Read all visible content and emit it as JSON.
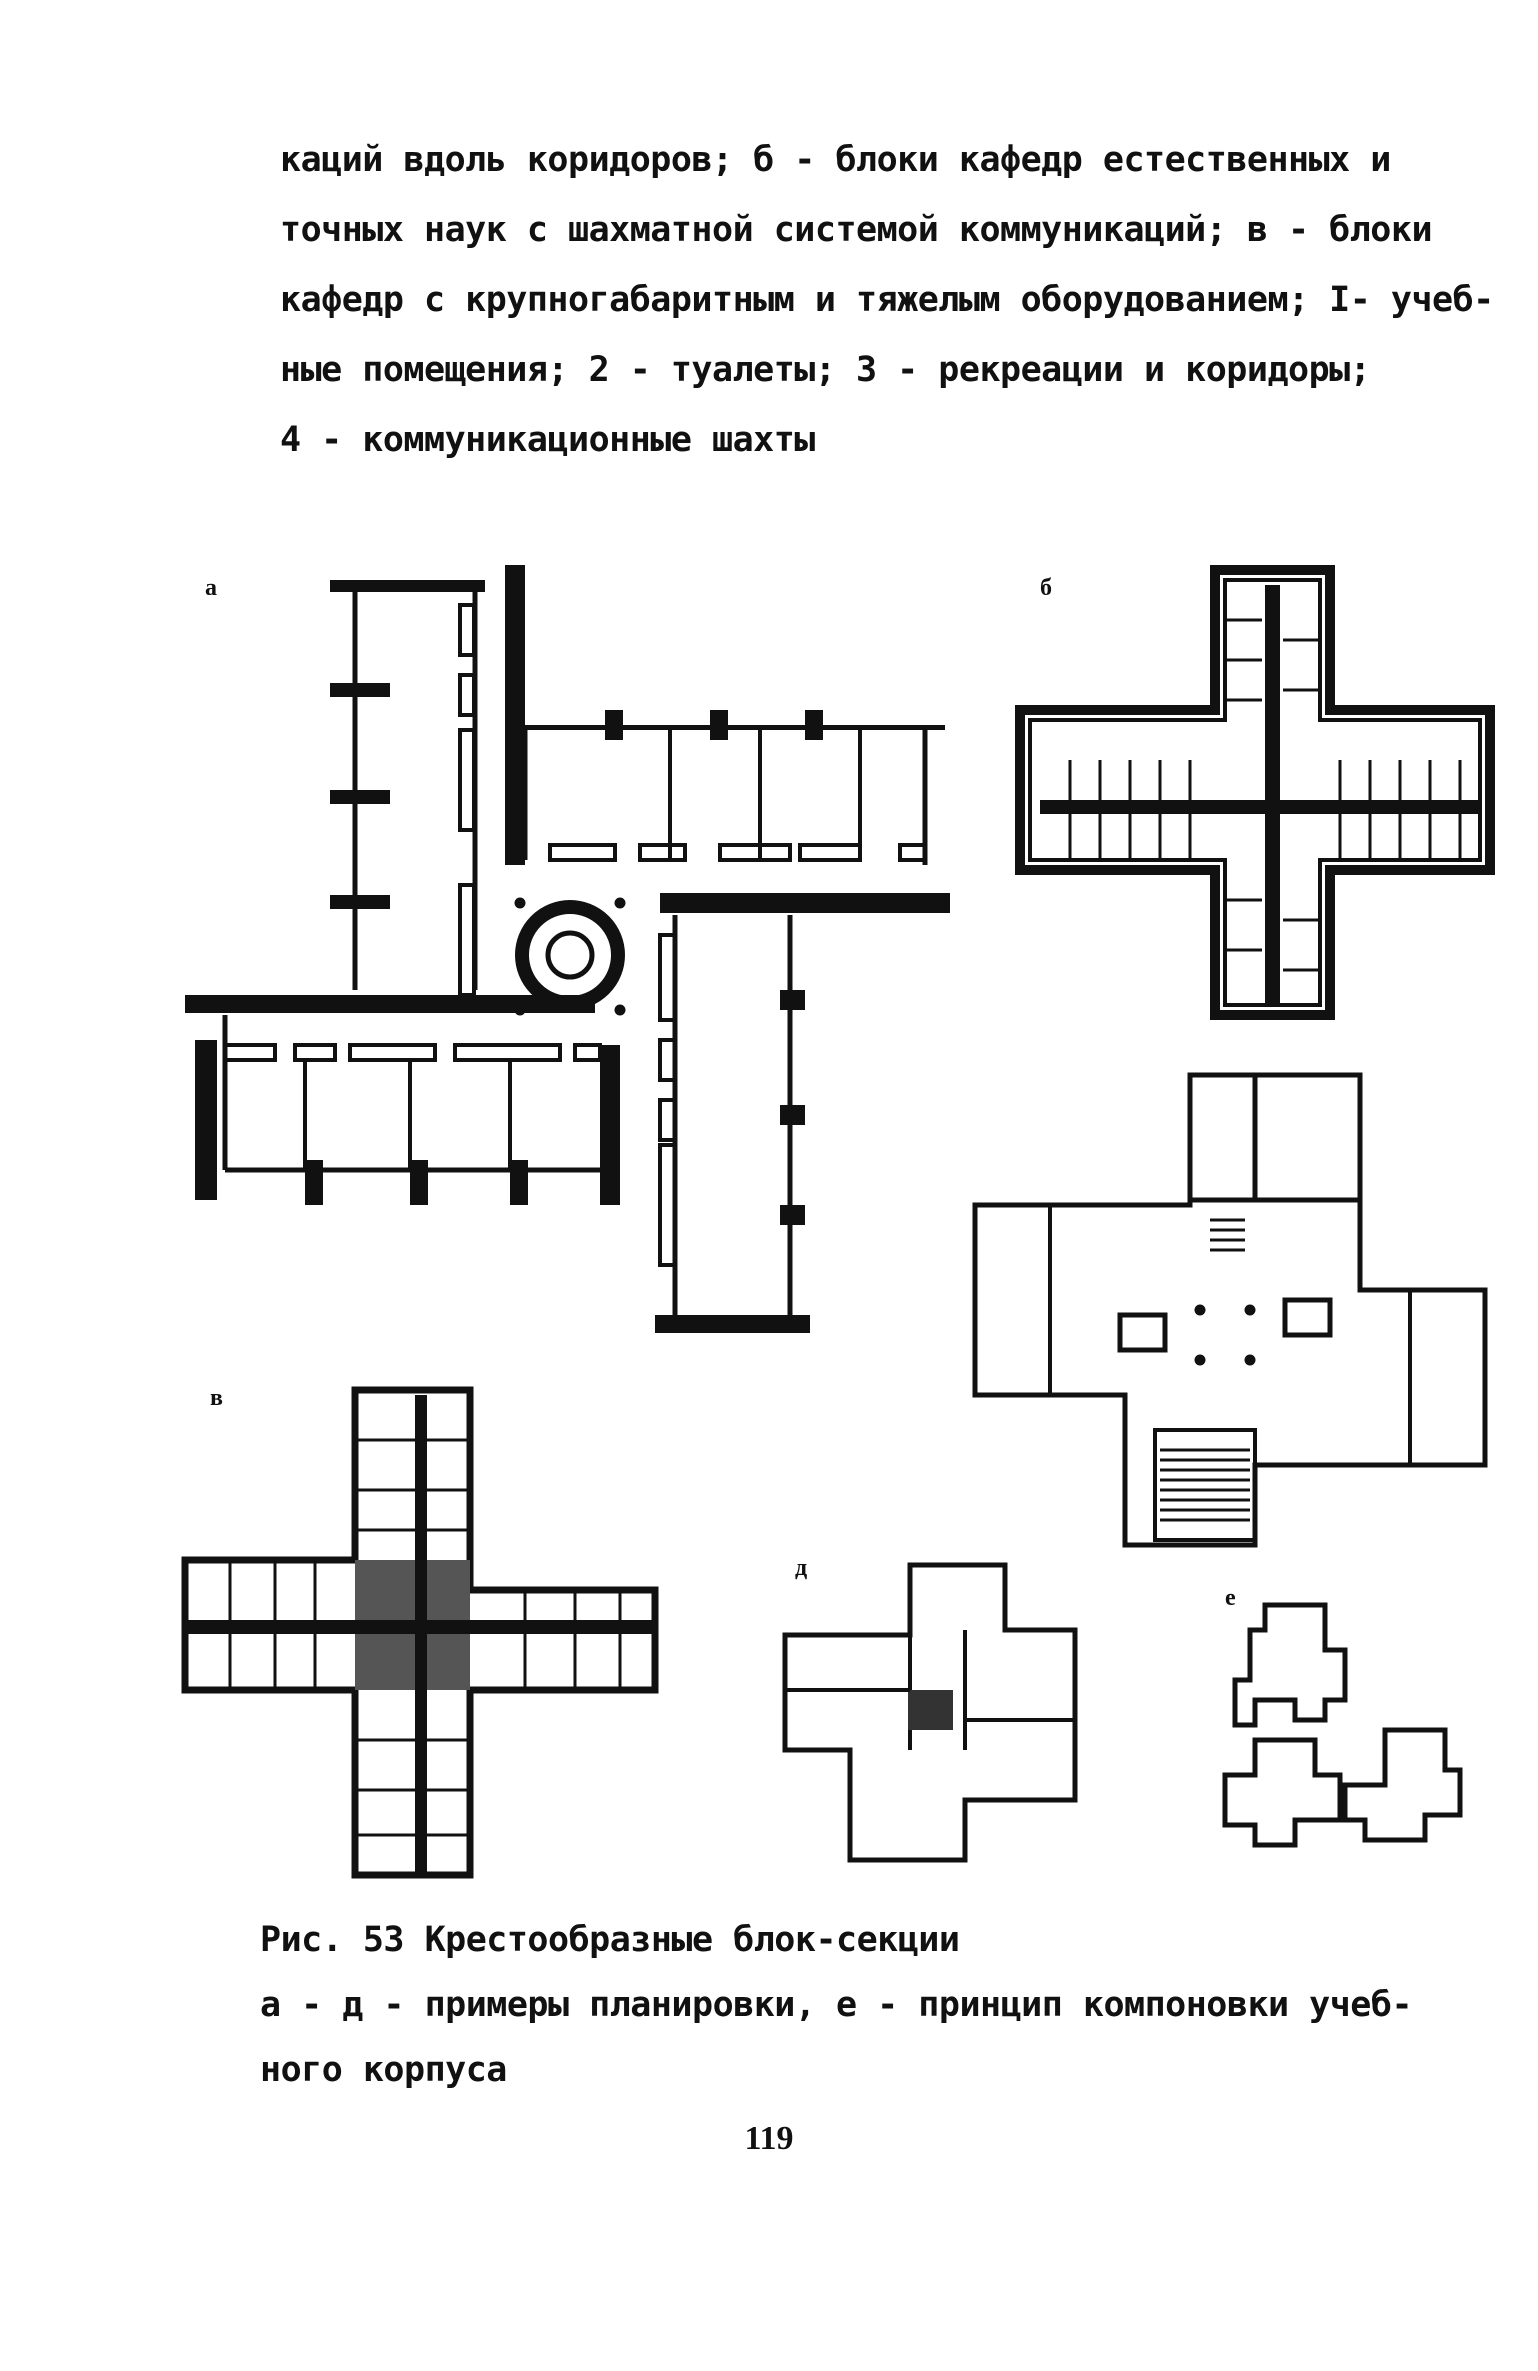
{
  "intro_text": {
    "line1": "каций вдоль коридоров; б - блоки кафедр естественных и",
    "line2": "точных наук с шахматной системой коммуникаций; в - блоки",
    "line3": "кафедр с крупногабаритным и тяжелым оборудованием; I- учеб-",
    "line4": "ные помещения; 2 - туалеты; 3 - рекреации и коридоры;",
    "line5": "4 - коммуникационные шахты"
  },
  "figure": {
    "labels": {
      "a": "а",
      "b": "б",
      "v": "в",
      "d": "д",
      "e": "е"
    }
  },
  "caption": {
    "title": "Рис. 53 Крестообразные блок-секции",
    "line2": "а - д - примеры планировки, е - принцип компоновки учеб-",
    "line3": "ного корпуса"
  },
  "page_number": "119"
}
